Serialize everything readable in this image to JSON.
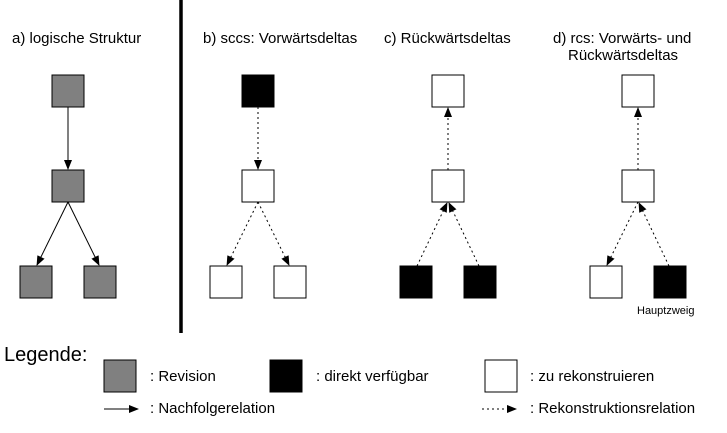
{
  "colors": {
    "revision": "#808080",
    "direct": "#000000",
    "reconstruct": "#ffffff",
    "stroke": "#000000"
  },
  "panels": {
    "a_title": "a) logische Struktur",
    "b_title": "b) sccs: Vorwärtsdeltas",
    "c_title": "c) Rückwärtsdeltas",
    "d_title_line1": "d) rcs: Vorwärts- und",
    "d_title_line2": "Rückwärtsdeltas",
    "d_branch_label": "Hauptzweig"
  },
  "legend": {
    "heading": "Legende:",
    "revision": ": Revision",
    "direct": ": direkt verfügbar",
    "reconstruct": ": zu rekonstruieren",
    "successor": ": Nachfolgerelation",
    "reconstruction": ": Rekonstruktionsrelation"
  }
}
